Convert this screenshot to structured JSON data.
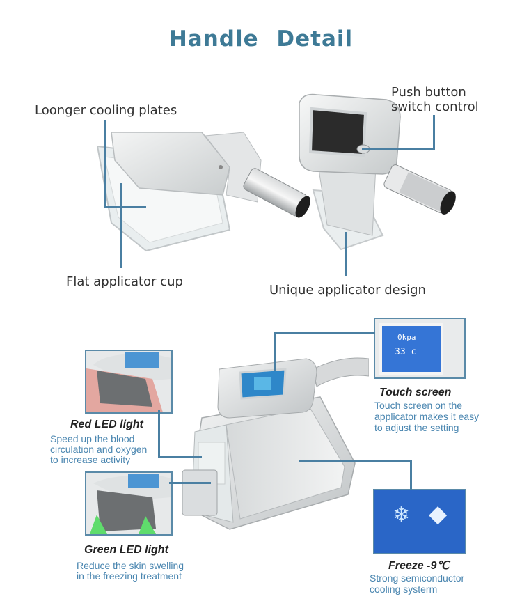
{
  "title": "Handle   Detail",
  "top_callouts": {
    "cooling_plates": "Loonger cooling plates",
    "push_button_1": "Push button",
    "push_button_2": "switch control",
    "flat_cup": "Flat applicator cup",
    "unique_design": "Unique applicator design"
  },
  "bottom_callouts": {
    "touch": {
      "heading": "Touch screen",
      "lines": [
        "Touch screen on the",
        "applicator makes it easy",
        "to adjust the setting"
      ]
    },
    "red": {
      "heading": "Red LED light",
      "lines": [
        "Speed up the blood",
        "circulation and oxygen",
        "to increase activity"
      ]
    },
    "green": {
      "heading": "Green LED light",
      "lines": [
        "Reduce the skin swelling",
        "in the freezing treatment"
      ]
    },
    "freeze": {
      "heading": "Freeze -9℃",
      "lines": [
        "Strong semiconductor",
        "cooling systerm"
      ]
    }
  },
  "screen_readout": {
    "line1": "0kpa",
    "line2": "33 c"
  },
  "colors": {
    "title": "#3e7a96",
    "callout_line": "#4a7fa2",
    "description": "#4a86b0",
    "screen_blue": "#2f6fd0"
  }
}
